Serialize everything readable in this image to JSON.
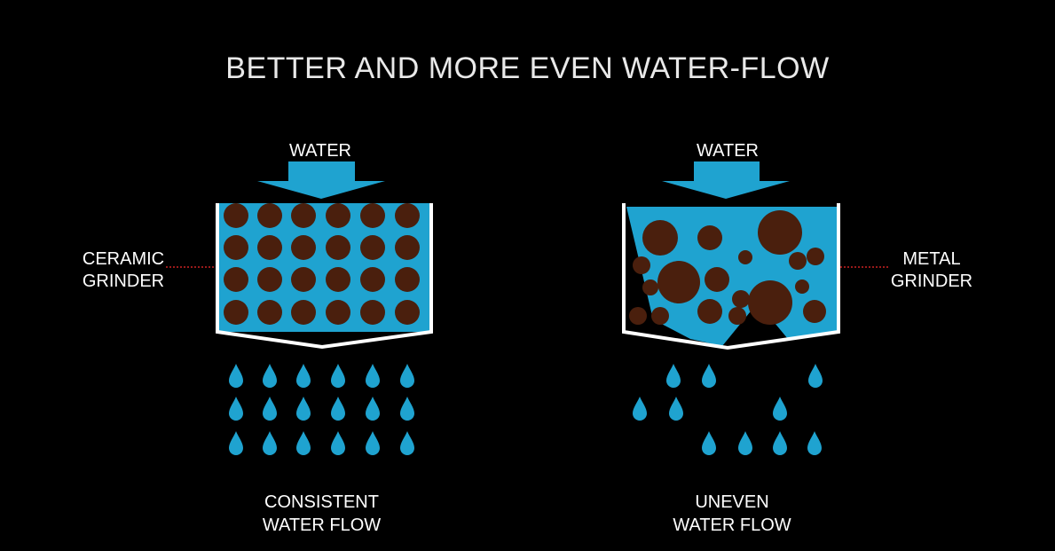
{
  "title": "BETTER AND MORE EVEN WATER-FLOW",
  "left": {
    "water_label": "WATER",
    "grinder_label_line1": "CERAMIC",
    "grinder_label_line2": "GRINDER",
    "caption_line1": "CONSISTENT",
    "caption_line2": "WATER FLOW"
  },
  "right": {
    "water_label": "WATER",
    "grinder_label_line1": "METAL",
    "grinder_label_line2": "GRINDER",
    "caption_line1": "UNEVEN",
    "caption_line2": "WATER FLOW"
  },
  "colors": {
    "background": "#000000",
    "water": "#1fa3d0",
    "grounds": "#4a1f0d",
    "outline": "#ffffff",
    "leader": "#cc2222"
  }
}
